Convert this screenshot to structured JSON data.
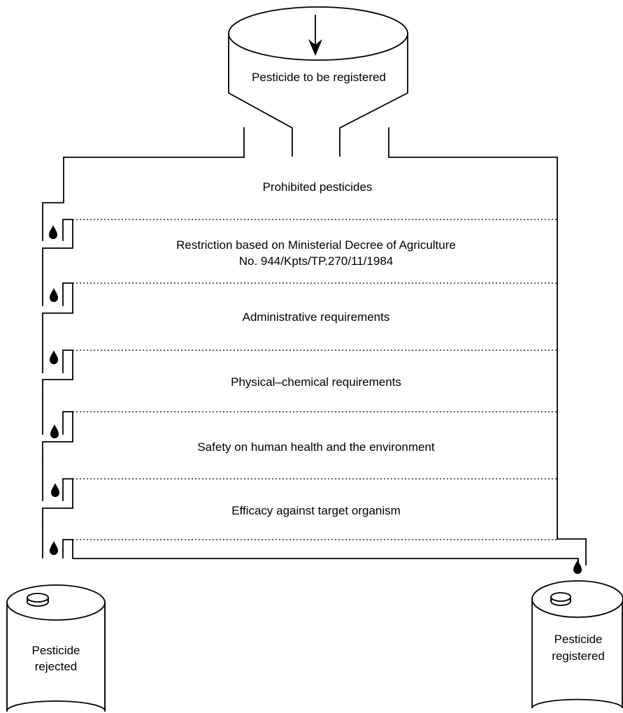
{
  "funnel": {
    "label": "Pesticide to be registered"
  },
  "stages": [
    {
      "lines": [
        "Prohibited pesticides"
      ]
    },
    {
      "lines": [
        "Restriction based on Ministerial Decree of Agriculture",
        "No. 944/Kpts/TP.270/11/1984"
      ]
    },
    {
      "lines": [
        "Administrative requirements"
      ]
    },
    {
      "lines": [
        "Physical–chemical requirements"
      ]
    },
    {
      "lines": [
        "Safety on human health and the environment"
      ]
    },
    {
      "lines": [
        "Efficacy against target organism"
      ]
    }
  ],
  "outcomes": {
    "rejected": {
      "line1": "Pesticide",
      "line2": "rejected"
    },
    "registered": {
      "line1": "Pesticide",
      "line2": "registered"
    }
  },
  "icons": {
    "input_arrow": "down-arrow-icon",
    "drop": "drop-icon",
    "can": "canister-icon"
  }
}
